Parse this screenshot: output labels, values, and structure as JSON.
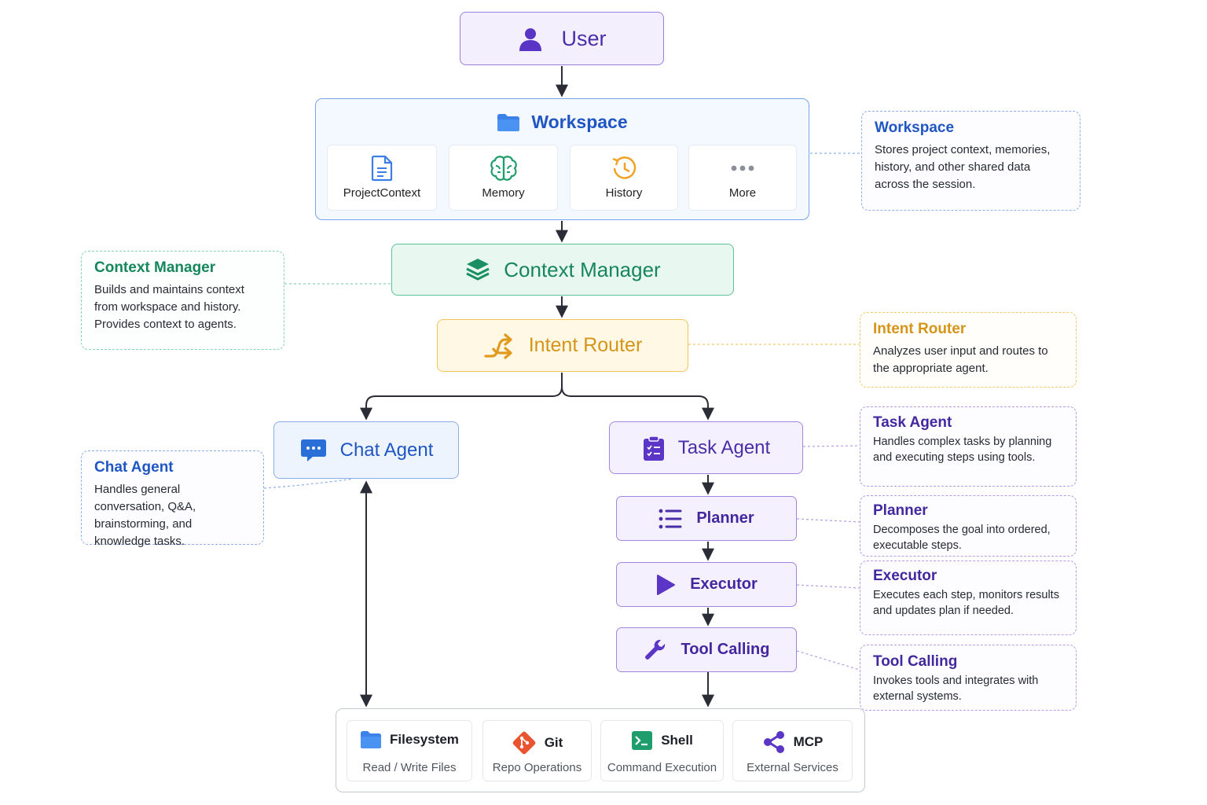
{
  "nodes": {
    "user": "User",
    "workspace": "Workspace",
    "context_manager": "Context Manager",
    "intent_router": "Intent Router",
    "chat_agent": "Chat Agent",
    "task_agent": "Task Agent",
    "planner": "Planner",
    "executor": "Executor",
    "tool_calling": "Tool Calling"
  },
  "workspace_items": [
    {
      "label": "ProjectContext",
      "icon": "document-icon"
    },
    {
      "label": "Memory",
      "icon": "brain-icon"
    },
    {
      "label": "History",
      "icon": "history-icon"
    },
    {
      "label": "More",
      "icon": "more-dots-icon"
    }
  ],
  "tools": [
    {
      "name": "Filesystem",
      "desc": "Read / Write Files",
      "icon": "folder-icon"
    },
    {
      "name": "Git",
      "desc": "Repo Operations",
      "icon": "git-icon"
    },
    {
      "name": "Shell",
      "desc": "Command Execution",
      "icon": "terminal-icon"
    },
    {
      "name": "MCP",
      "desc": "External Services",
      "icon": "share-icon"
    }
  ],
  "notes": {
    "workspace": {
      "title": "Workspace",
      "desc": "Stores project context, memories, history, and other shared data across the session."
    },
    "context_manager": {
      "title": "Context Manager",
      "desc": "Builds and maintains context from workspace and history. Provides context to agents."
    },
    "intent_router": {
      "title": "Intent Router",
      "desc": "Analyzes user input and routes to the appropriate agent."
    },
    "chat_agent": {
      "title": "Chat Agent",
      "desc": "Handles general conversation, Q&A, brainstorming, and knowledge tasks."
    },
    "task_agent": {
      "title": "Task Agent",
      "desc": "Handles complex tasks by planning and executing steps using tools."
    },
    "planner": {
      "title": "Planner",
      "desc": "Decomposes the goal into ordered, executable steps."
    },
    "executor": {
      "title": "Executor",
      "desc": "Executes each step, monitors results and updates plan if needed."
    },
    "tool_calling": {
      "title": "Tool Calling",
      "desc": "Invokes tools and integrates with external systems."
    }
  },
  "colors": {
    "user": "#4a2ea8",
    "workspace": "#1f56c4",
    "context_manager": "#16865c",
    "intent_router": "#d69419",
    "chat_agent": "#1f56c4",
    "task_agent": "#4a2ea8",
    "connector": "#2a2d35"
  }
}
